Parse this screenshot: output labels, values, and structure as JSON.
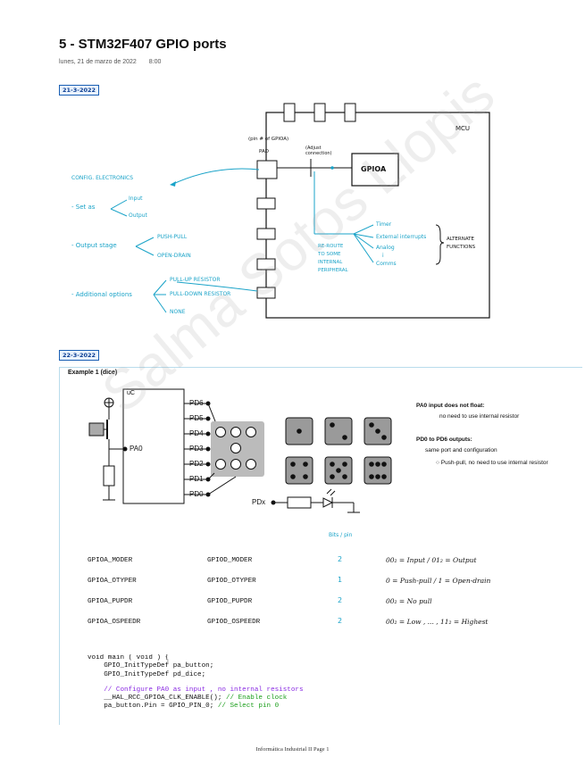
{
  "page": {
    "title": "5 - STM32F407 GPIO ports",
    "date": "lunes, 21 de marzo de 2022",
    "time": "8:00",
    "footer": "Informática Industrial II Page 1",
    "watermark": "Salma Sotos Llopis"
  },
  "section1": {
    "date": "21-3-2022",
    "mcu_label": "MCU",
    "pin_label": "(pin # of GPIOA)",
    "pad_label": "PAD",
    "adjust_label": "(Adjust connection)",
    "gpio_label": "GPIOA",
    "config": "CONFIG. ELECTRONICS",
    "set_as": "- Set as",
    "set_opts": [
      "Input",
      "Output"
    ],
    "output_stage": "- Output stage",
    "output_opts": [
      "PUSH-PULL",
      "OPEN-DRAIN"
    ],
    "additional": "- Additional options",
    "additional_opts": [
      "PULL-UP RESISTOR",
      "PULL-DOWN RESISTOR",
      "NONE"
    ],
    "reroute": [
      "RE-ROUTE",
      "TO SOME",
      "INTERNAL",
      "PERIPHERAL"
    ],
    "peripherals": [
      "Timer",
      "External interrupts",
      "Analog",
      "i",
      "Comms"
    ],
    "alternate": [
      "ALTERNATE",
      "FUNCTIONS"
    ]
  },
  "section2": {
    "date": "22-3-2022",
    "example_title": "Example 1 (dice)",
    "uc_label": "uC",
    "pins": [
      "PD6",
      "PD5",
      "PD4",
      "PD3",
      "PD2",
      "PD1",
      "PD0"
    ],
    "pa0_label": "PA0",
    "pdx_label": "PDx",
    "note1_title": "PA0 input does not float:",
    "note1_body": "no need to use internal resistor",
    "note2_title": "PD0 to PD6 outputs:",
    "note2_body": "same port and configuration",
    "note2_bullet": "Push-pull, no need to use internal resistor",
    "bits_label": "Bits / pin",
    "registers": [
      {
        "a": "GPIOA_MODER",
        "d": "GPIOD_MODER",
        "bits": "2",
        "note": "00₂ = Input / 01₂ = Output"
      },
      {
        "a": "GPIOA_OTYPER",
        "d": "GPIOD_OTYPER",
        "bits": "1",
        "note": "0 = Push-pull / 1 = Open-drain"
      },
      {
        "a": "GPIOA_PUPDR",
        "d": "GPIOD_PUPDR",
        "bits": "2",
        "note": "00₂ = No pull"
      },
      {
        "a": "GPIOA_OSPEEDR",
        "d": "GPIOD_OSPEEDR",
        "bits": "2",
        "note": "00₂ = Low , ... , 11₂ = Highest"
      }
    ],
    "code": {
      "l1": "void main ( void ) {",
      "l2": "    GPIO_InitTypeDef pa_button;",
      "l3": "    GPIO_InitTypeDef pd_dice;",
      "l4": "    // Configure PA0 as input , no internal resistors",
      "l5a": "    __HAL_RCC_GPIOA_CLK_ENABLE(); ",
      "l5b": "// Enable clock",
      "l6a": "    pa_button.Pin = GPIO_PIN_0; ",
      "l6b": "// Select pin 0"
    }
  }
}
